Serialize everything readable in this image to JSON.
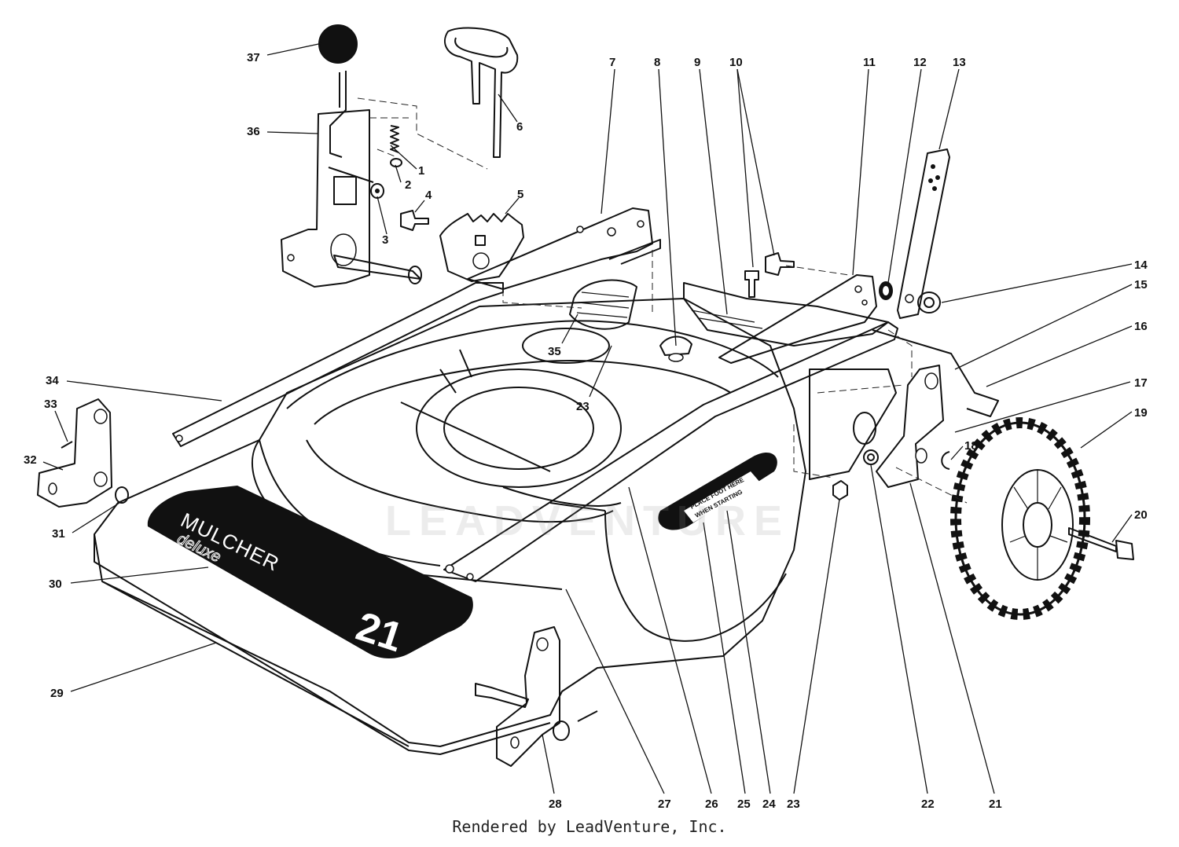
{
  "decal": {
    "brand": "MULCHER",
    "model_line": "deluxe",
    "size": "21",
    "warning_line1": "PLACE FOOT HERE",
    "warning_line2": "WHEN STARTING"
  },
  "watermark": "LEADVENTURE",
  "credit": "Rendered by LeadVenture, Inc.",
  "callouts": [
    "1",
    "2",
    "3",
    "4",
    "5",
    "6",
    "7",
    "8",
    "9",
    "10",
    "11",
    "12",
    "13",
    "14",
    "15",
    "16",
    "17",
    "18",
    "19",
    "20",
    "21",
    "22",
    "23",
    "23",
    "24",
    "25",
    "26",
    "27",
    "28",
    "29",
    "30",
    "31",
    "32",
    "33",
    "34",
    "35",
    "36",
    "37"
  ]
}
